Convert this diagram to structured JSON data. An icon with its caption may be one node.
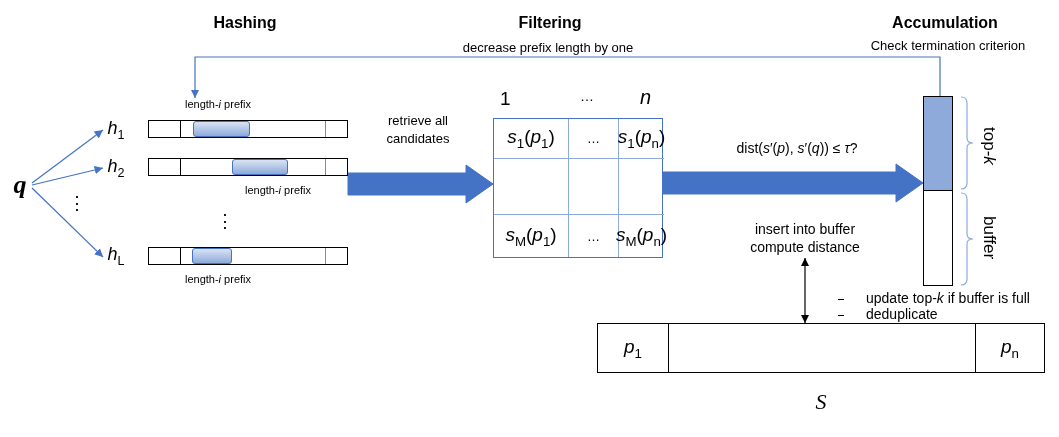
{
  "diagram": {
    "nodes": [
      {
        "text": [
          "q"
        ]
      },
      {
        "text": [
          "*h*$_{1}$"
        ]
      },
      {
        "text": [
          "*h*$_{2}$"
        ]
      },
      {
        "text": [
          "*h*$_{L}$"
        ]
      },
      {
        "text": [],
        "shape": "bar",
        "beside": [
          "length-*i* prefix"
        ]
      },
      {
        "text": [],
        "shape": "bar",
        "beside": [
          "length-*i* prefix"
        ]
      },
      {
        "text": [],
        "shape": "bar",
        "beside": [
          "length-*i* prefix"
        ]
      },
      {
        "text": [
          "*s*$_{1}$(*p*$_{1}$)",
          "…",
          "*s*$_{1}$(*p*$_{n}$)",
          "*s*$_{M}$(*p*$_{1}$)",
          "…",
          "*s*$_{M}$(*p*$_{n}$)"
        ]
      },
      {
        "text": [],
        "shape": "bar",
        "beside": [
          "top-*k*",
          "buffer"
        ]
      },
      {
        "text": [
          "*p*$_{1}$",
          "*p*$_{n}$"
        ],
        "beside": [
          "S"
        ]
      },
      {
        "text": [
          "insert into buffer compute distance"
        ]
      }
    ],
    "edges": [
      {
        "from": 0,
        "to": 1,
        "arrow": "to"
      },
      {
        "from": 0,
        "to": 2,
        "arrow": "to"
      },
      {
        "from": 0,
        "to": 3,
        "arrow": "to"
      },
      {
        "from": 5,
        "to": 7,
        "arrow": "to",
        "style": "thick",
        "label": "retrieve all candidates"
      },
      {
        "from": 7,
        "to": 8,
        "arrow": "to",
        "style": "thick",
        "label": "dist(*s*′(*p*), *s*′(*q*)) ≤ *τ*?"
      },
      {
        "from": 8,
        "to": 4,
        "arrow": "to",
        "label": "decrease prefix length by one"
      },
      {
        "from": 10,
        "to": 9,
        "arrow": "both",
        "color": "#000000"
      }
    ],
    "labels": [
      "Hashing",
      "Filtering",
      "Accumulation",
      "Check termination criterion",
      "⋮",
      "⋮",
      "1",
      "…",
      "*n*",
      "update top-*k* if buffer is full",
      "deduplicate"
    ]
  }
}
